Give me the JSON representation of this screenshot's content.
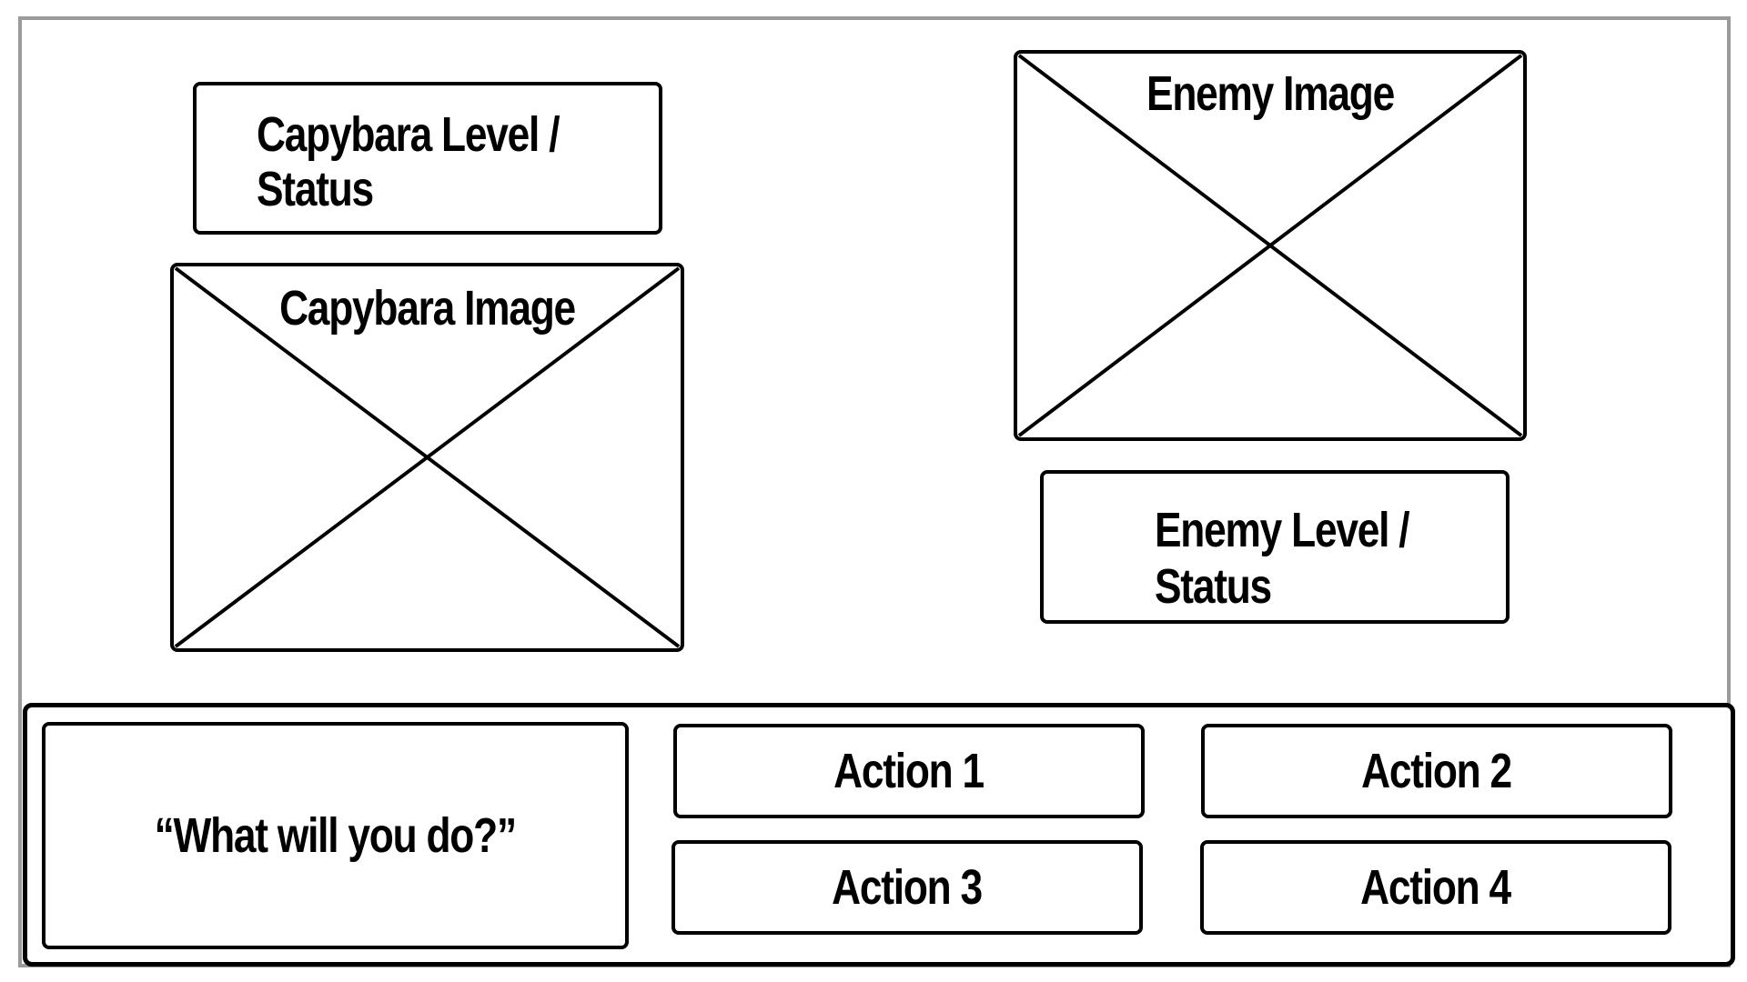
{
  "player": {
    "status_line1": "Capybara Level /",
    "status_line2": "Status",
    "image_label": "Capybara Image"
  },
  "enemy": {
    "image_label": "Enemy Image",
    "status_line1": "Enemy Level /",
    "status_line2": "Status"
  },
  "battle_menu": {
    "prompt": "“What will you do?”",
    "actions": [
      {
        "label": "Action 1"
      },
      {
        "label": "Action 2"
      },
      {
        "label": "Action 3"
      },
      {
        "label": "Action 4"
      }
    ]
  },
  "colors": {
    "outline": "#000000",
    "frame": "#9b9b9b",
    "background": "#ffffff"
  },
  "icons": {
    "image_placeholder": "x-placeholder-icon"
  }
}
